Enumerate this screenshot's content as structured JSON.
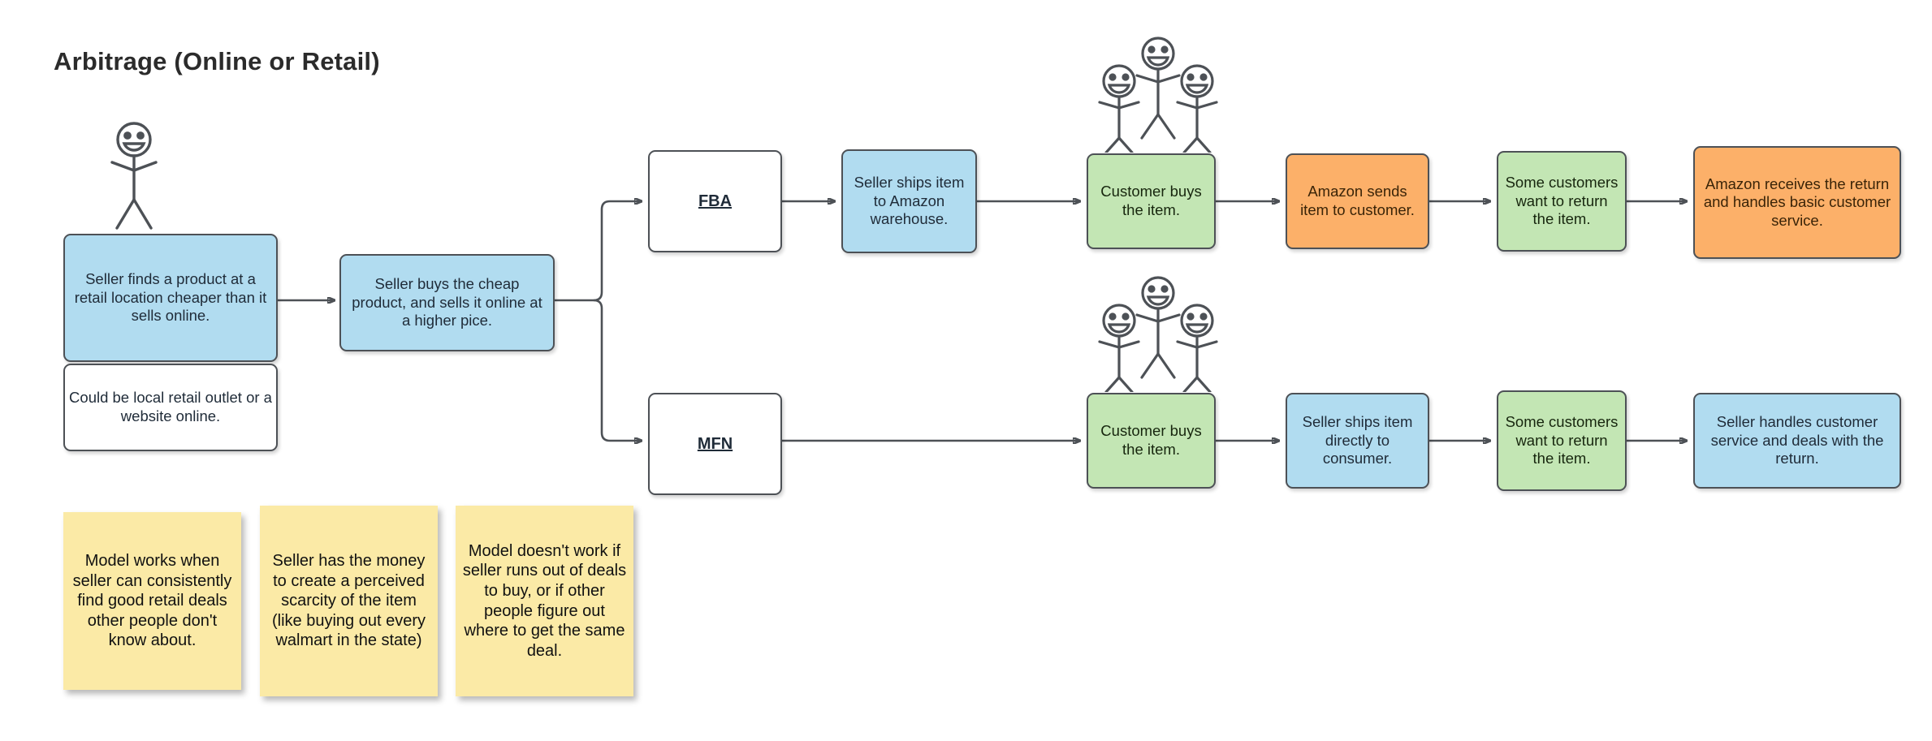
{
  "title": "Arbitrage (Online or Retail)",
  "nodes": {
    "seller_find": "Seller finds a product at a retail location cheaper than it sells online.",
    "seller_find_note": "Could be local retail outlet or a website online.",
    "seller_buys": "Seller buys the cheap product, and sells it online at a higher pice.",
    "fba": "FBA",
    "mfn": "MFN",
    "ship_amazon": "Seller ships item to Amazon warehouse.",
    "customer_buys_top": "Customer buys the item.",
    "amazon_sends": "Amazon sends item to customer.",
    "some_return_top": "Some customers want to return the item.",
    "amazon_receives": "Amazon receives the return and handles basic customer service.",
    "customer_buys_bottom": "Customer buys the item.",
    "ship_consumer": "Seller ships item directly to consumer.",
    "some_return_bottom": "Some customers want to return the item.",
    "seller_handles": "Seller handles customer service and deals with the return."
  },
  "sticky_notes": [
    "Model works when seller can consistently find good retail deals other people don't know about.",
    "Seller has the money to create a perceived scarcity of the item (like buying out every walmart in the state)",
    "Model doesn't work if seller runs out of deals to buy, or if other people figure out where to get the same deal."
  ],
  "colors": {
    "blue": "#b1dcf0",
    "green": "#c3e6b4",
    "orange": "#fcb069",
    "sticky_yellow": "#fbeaa6",
    "border": "#4d5156",
    "background": "#ffffff"
  },
  "actors": {
    "seller_figure": "stick-figure-seller",
    "customers_top": "stick-figure-customers-group",
    "customers_bottom": "stick-figure-customers-group"
  }
}
